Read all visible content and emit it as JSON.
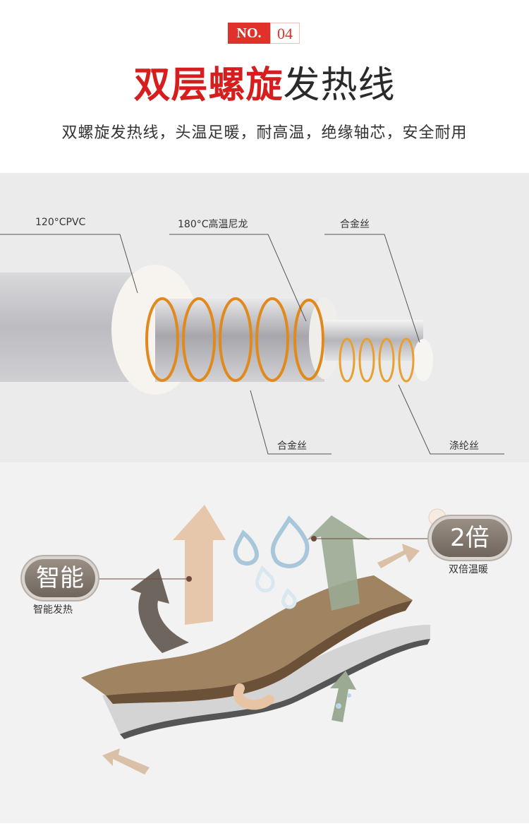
{
  "header": {
    "badge_no": "NO.",
    "badge_num": "04",
    "title_red": "双层螺旋",
    "title_dark": "发热线",
    "subtitle": "双螺旋发热线，头温足暖，耐高温，绝缘轴芯，安全耐用"
  },
  "cable": {
    "labels": {
      "pvc": "120°CPVC",
      "nylon": "180°C高温尼龙",
      "alloy_top": "合金丝",
      "alloy_bottom": "合金丝",
      "polyester": "涤纶丝"
    }
  },
  "fabric": {
    "left_pill": "智能",
    "left_caption": "智能发热",
    "right_pill": "2倍",
    "right_caption": "双倍温暖"
  },
  "colors": {
    "accent_red": "#d71e1e",
    "copper": "#e08a1e",
    "pill_brown": "#7f756b"
  }
}
